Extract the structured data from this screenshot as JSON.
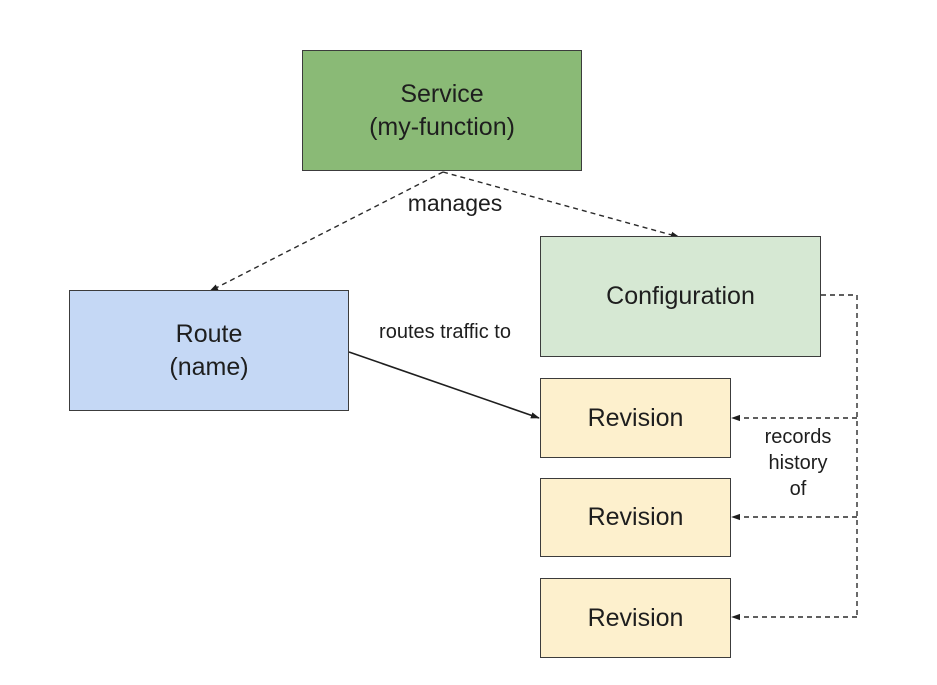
{
  "nodes": {
    "service": {
      "line1": "Service",
      "line2": "(my-function)"
    },
    "route": {
      "line1": "Route",
      "line2": "(name)"
    },
    "configuration": {
      "label": "Configuration"
    },
    "revisions": [
      "Revision",
      "Revision",
      "Revision"
    ]
  },
  "edges": {
    "manages": "manages",
    "routes_traffic_to": "routes traffic to",
    "records_history_of": [
      "records",
      "history",
      "of"
    ]
  },
  "colors": {
    "service_fill": "#8aba76",
    "route_fill": "#c5d8f5",
    "configuration_fill": "#d6e8d3",
    "revision_fill": "#fdf0cd",
    "stroke": "#3c3c3c"
  }
}
